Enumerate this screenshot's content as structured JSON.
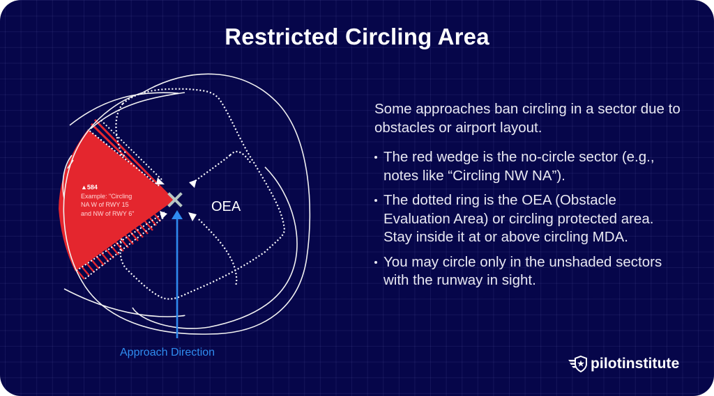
{
  "title": "Restricted Circling Area",
  "colors": {
    "background": "#06064a",
    "grid": "#2a2a70",
    "wedge": "#e4262e",
    "approach_arrow": "#2f8cf0",
    "runway_x": "#b7c7c3",
    "lines": "#ffffff"
  },
  "diagram": {
    "oea_label": "OEA",
    "approach_label": "Approach Direction",
    "note": {
      "elevation": "▲584",
      "lines": [
        "Example: \"Circling",
        "NA W of RWY 15",
        "and NW of RWY 6\""
      ]
    },
    "icons": {
      "runway_marker": "x-marker-icon",
      "approach_arrow": "arrow-up-icon",
      "obstacle": "triangle-obstacle-icon"
    }
  },
  "info": {
    "intro": "Some approaches ban circling in a sector due to obstacles or airport layout.",
    "bullets": [
      "The red wedge is the no-circle sector (e.g., notes like “Circling NW NA”).",
      "The dotted ring is the OEA (Obstacle Evaluation Area) or circling protected area. Stay inside it at or above circling MDA.",
      "You may circle only in the unshaded sectors with the runway in sight."
    ]
  },
  "brand": {
    "name": "pilotinstitute",
    "icon": "winged-shield-star-icon"
  }
}
